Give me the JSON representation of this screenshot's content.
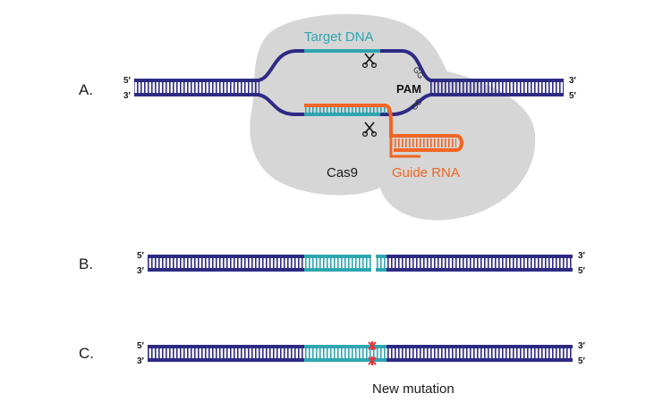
{
  "colors": {
    "dna": "#2e2a84",
    "target": "#2da6b0",
    "guide": "#f26522",
    "cas9": "#d6d6d6",
    "mutation": "#e8323c",
    "text": "#1a1a1a"
  },
  "panels": {
    "a": {
      "label": "A."
    },
    "b": {
      "label": "B."
    },
    "c": {
      "label": "C."
    }
  },
  "strand_ends": {
    "five_prime": "5′",
    "three_prime": "3′"
  },
  "labels": {
    "target_dna": "Target DNA",
    "pam": "PAM",
    "pam_top": "GG",
    "pam_bottom": "CC",
    "cas9": "Cas9",
    "guide_rna": "Guide RNA",
    "new_mutation": "New mutation"
  },
  "icons": {
    "cut_site": "scissors-icon",
    "mutation": "asterisk-icon"
  }
}
